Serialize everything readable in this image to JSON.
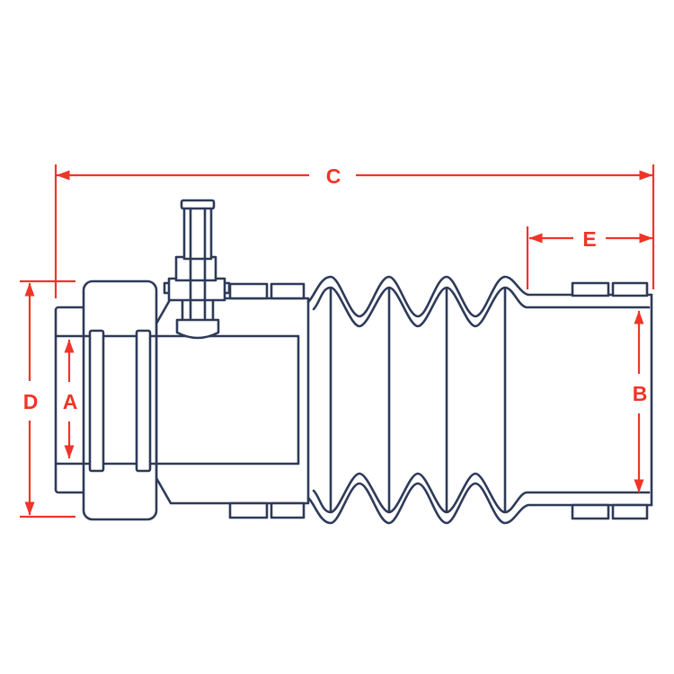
{
  "drawing": {
    "dimension_labels": {
      "a": "A",
      "b": "B",
      "c": "C",
      "d": "D",
      "e": "E"
    }
  },
  "colors": {
    "part-line": "#2e3a59",
    "dimension": "#f03428",
    "background": "#ffffff"
  }
}
